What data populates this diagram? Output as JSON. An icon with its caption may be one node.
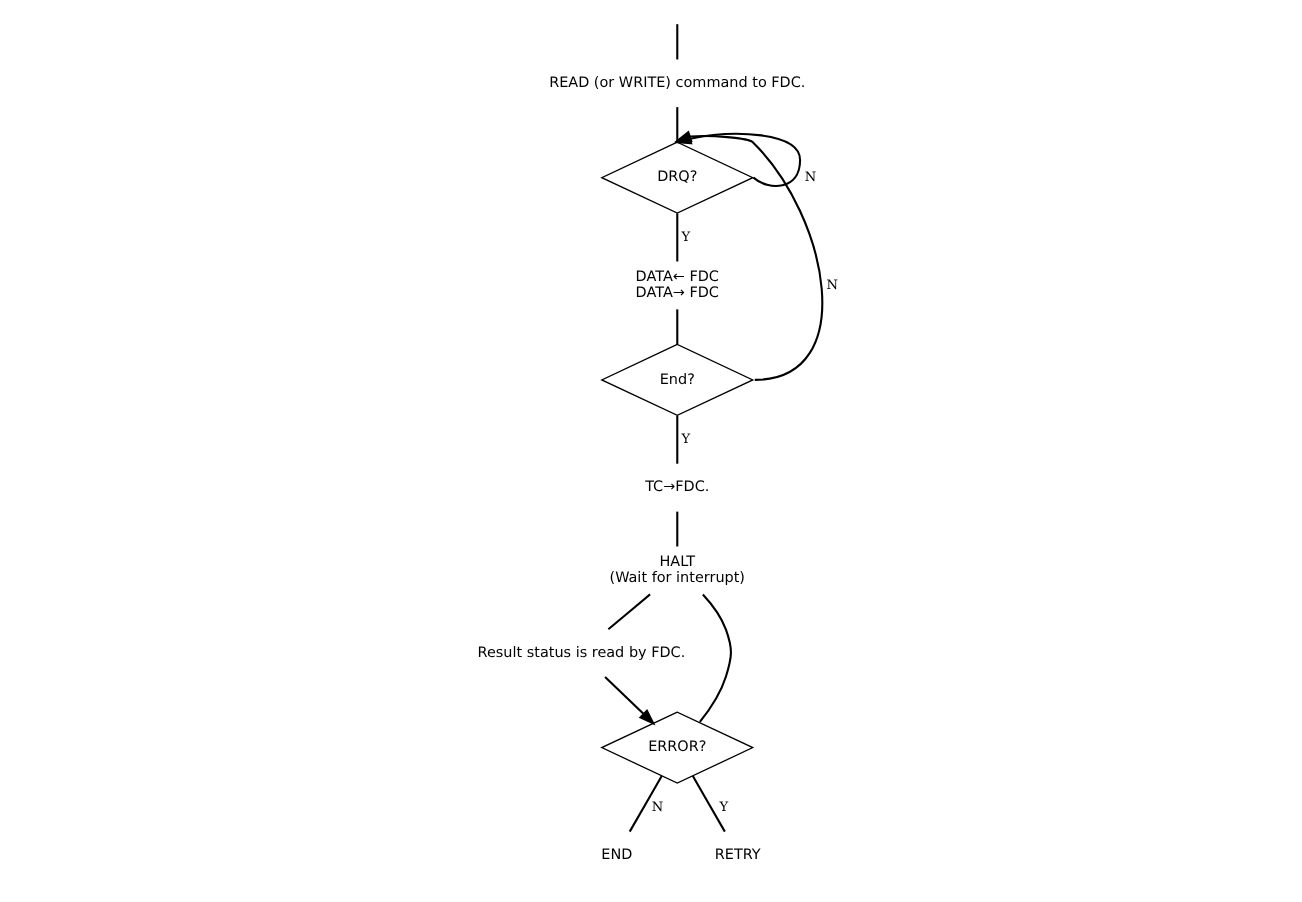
{
  "diagram": {
    "nodes": [
      {
        "text": [
          "READ (or WRITE) command to FDC."
        ]
      },
      {
        "text": [
          "DRQ?"
        ]
      },
      {
        "text": [
          "DATA← FDC",
          "DATA→ FDC"
        ]
      },
      {
        "text": [
          "End?"
        ]
      },
      {
        "text": [
          "TC→FDC."
        ]
      },
      {
        "text": [
          "HALT",
          "(Wait for interrupt)"
        ]
      },
      {
        "text": [
          "Result status is read by FDC."
        ]
      },
      {
        "text": [
          "ERROR?"
        ]
      },
      {
        "text": [
          "END"
        ]
      },
      {
        "text": [
          "RETRY"
        ]
      }
    ],
    "edges": [
      {
        "from": null,
        "to": 0,
        "arrow": "none"
      },
      {
        "from": 0,
        "to": 1,
        "arrow": "none"
      },
      {
        "from": 1,
        "to": 1,
        "arrow": "to",
        "label": "N"
      },
      {
        "from": 1,
        "to": 2,
        "arrow": "none",
        "label": "Y"
      },
      {
        "from": 2,
        "to": 3,
        "arrow": "none"
      },
      {
        "from": 3,
        "to": 1,
        "arrow": "to",
        "label": "N"
      },
      {
        "from": 3,
        "to": 4,
        "arrow": "none",
        "label": "Y"
      },
      {
        "from": 4,
        "to": 5,
        "arrow": "none"
      },
      {
        "from": 5,
        "to": 7,
        "arrow": "none"
      },
      {
        "from": 5,
        "to": 6,
        "arrow": "none"
      },
      {
        "from": 6,
        "to": 7,
        "arrow": "to"
      },
      {
        "from": 7,
        "to": 8,
        "arrow": "none",
        "label": "N"
      },
      {
        "from": 7,
        "to": 9,
        "arrow": "none",
        "label": "Y"
      }
    ]
  }
}
